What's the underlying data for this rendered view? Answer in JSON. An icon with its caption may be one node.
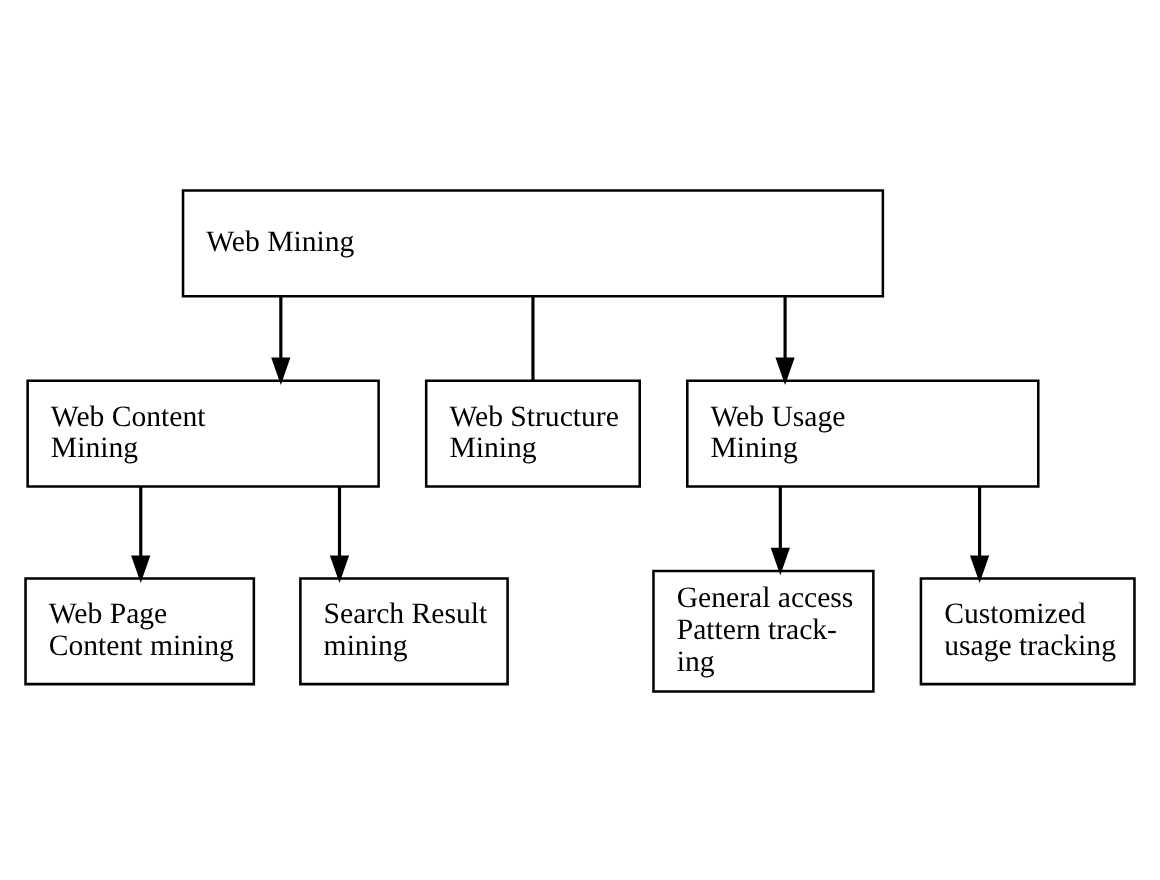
{
  "diagram": {
    "nodes": [
      {
        "text": [
          "Web Mining"
        ]
      },
      {
        "text": [
          "Web Content Mining"
        ]
      },
      {
        "text": [
          "Web Structure Mining"
        ]
      },
      {
        "text": [
          "Web Usage Mining"
        ]
      },
      {
        "text": [
          "Web Page Content mining"
        ]
      },
      {
        "text": [
          "Search Result mining"
        ]
      },
      {
        "text": [
          "General access Pattern track- ing"
        ]
      },
      {
        "text": [
          "Customized usage tracking"
        ]
      }
    ],
    "edges": [
      {
        "from": 0,
        "to": 1,
        "arrow": "to"
      },
      {
        "from": 0,
        "to": 2,
        "arrow": "none"
      },
      {
        "from": 0,
        "to": 3,
        "arrow": "to"
      },
      {
        "from": 1,
        "to": 4,
        "arrow": "to"
      },
      {
        "from": 1,
        "to": 5,
        "arrow": "to"
      },
      {
        "from": 3,
        "to": 6,
        "arrow": "to"
      },
      {
        "from": 3,
        "to": 7,
        "arrow": "to"
      }
    ]
  }
}
